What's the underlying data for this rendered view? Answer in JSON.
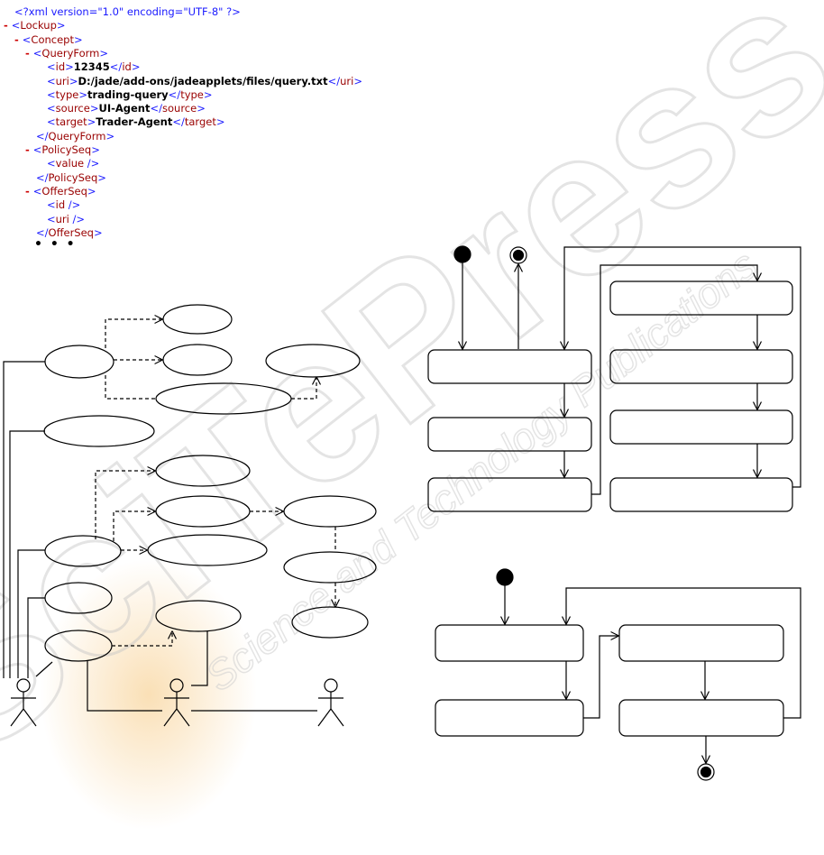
{
  "xml": {
    "declaration": "<?xml version=\"1.0\" encoding=\"UTF-8\" ?>",
    "lines": [
      {
        "indent": 0,
        "minus": true,
        "open": "Lockup"
      },
      {
        "indent": 1,
        "minus": true,
        "open": "Concept"
      },
      {
        "indent": 2,
        "minus": true,
        "open": "QueryForm"
      },
      {
        "indent": 3,
        "minus": false,
        "open": "id",
        "text": "12345",
        "close": "id"
      },
      {
        "indent": 3,
        "minus": false,
        "open": "uri",
        "text": "D:/jade/add-ons/jadeapplets/files/query.txt",
        "close": "uri"
      },
      {
        "indent": 3,
        "minus": false,
        "open": "type",
        "text": "trading-query",
        "close": "type"
      },
      {
        "indent": 3,
        "minus": false,
        "open": "source",
        "text": "UI-Agent",
        "close": "source"
      },
      {
        "indent": 3,
        "minus": false,
        "open": "target",
        "text": "Trader-Agent",
        "close": "target"
      },
      {
        "indent": 2,
        "minus": false,
        "close": "QueryForm"
      },
      {
        "indent": 2,
        "minus": true,
        "open": "PolicySeq"
      },
      {
        "indent": 3,
        "minus": false,
        "empty": "value"
      },
      {
        "indent": 2,
        "minus": false,
        "close": "PolicySeq"
      },
      {
        "indent": 2,
        "minus": true,
        "open": "OfferSeq"
      },
      {
        "indent": 3,
        "minus": false,
        "empty": "id"
      },
      {
        "indent": 3,
        "minus": false,
        "empty": "uri"
      },
      {
        "indent": 2,
        "minus": false,
        "close": "OfferSeq"
      }
    ],
    "ellipsis": "• • •"
  },
  "watermark": {
    "main": "SciTePress",
    "sub": "Science and Technology Publications"
  },
  "colors": {
    "line": "#000000",
    "tag": "#990000",
    "punct": "#1a1aff",
    "watermark_main": "#b8b8b8",
    "watermark_sub": "#d2d2d2",
    "watermark_glow": "#f6c67a"
  }
}
